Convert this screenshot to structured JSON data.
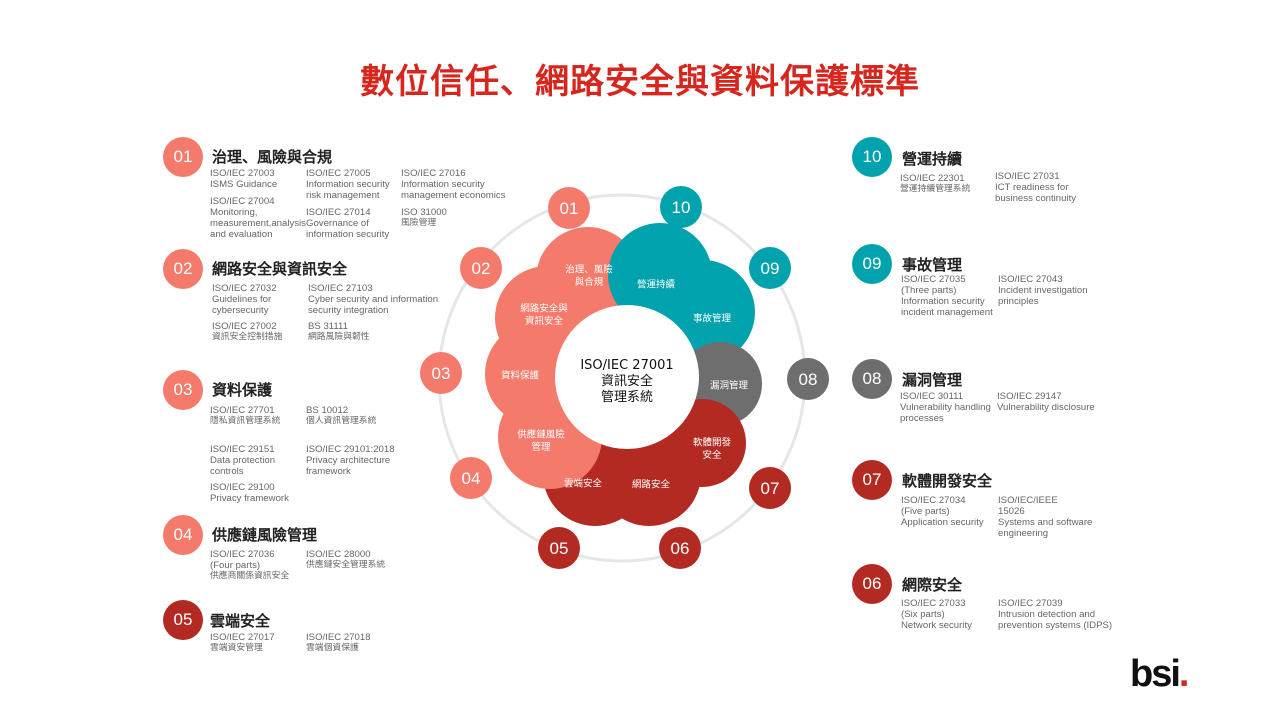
{
  "title": "數位信任、網路安全與資料保護標準",
  "colors": {
    "salmon": "#f47a6b",
    "red": "#b22a22",
    "teal": "#00a3ad",
    "gray": "#6e6e6e",
    "ring": "#e6e6e6"
  },
  "center": {
    "lines": [
      "ISO/IEC 27001",
      "資訊安全",
      "管理系統"
    ]
  },
  "logo": "bsi",
  "categories": [
    {
      "num": "01",
      "title": "治理、風險與合規",
      "color": "salmon",
      "petal_lines": [
        "治理、風險",
        "與合規"
      ],
      "standards": [
        {
          "lines": [
            "ISO/IEC 27003",
            "ISMS Guidance"
          ]
        },
        {
          "lines": [
            "ISO/IEC 27004",
            "Monitoring,",
            "measurement,analysis",
            "and evaluation"
          ]
        },
        {
          "lines": [
            "ISO/IEC 27005",
            "Information security",
            "risk management"
          ]
        },
        {
          "lines": [
            "ISO/IEC 27014",
            "Governance of",
            "information security"
          ]
        },
        {
          "lines": [
            "ISO/IEC 27016",
            "Information security",
            "management economics"
          ]
        },
        {
          "lines": [
            "ISO 31000",
            "風險管理"
          ]
        }
      ]
    },
    {
      "num": "02",
      "title": "網路安全與資訊安全",
      "color": "salmon",
      "petal_lines": [
        "網路安全與",
        "資訊安全"
      ],
      "standards": [
        {
          "lines": [
            "ISO/IEC 27032",
            "Guidelines for",
            "cybersecurity"
          ]
        },
        {
          "lines": [
            "ISO/IEC 27002",
            "資訊安全控制措施"
          ]
        },
        {
          "lines": [
            "ISO/IEC 27103",
            "Cyber security and information",
            "security integration"
          ]
        },
        {
          "lines": [
            "BS 31111",
            "網路風險與韌性"
          ]
        }
      ]
    },
    {
      "num": "03",
      "title": "資料保護",
      "color": "salmon",
      "petal_lines": [
        "資料保護"
      ],
      "standards": [
        {
          "lines": [
            "ISO/IEC 27701",
            "隱私資訊管理系統"
          ]
        },
        {
          "lines": [
            "BS 10012",
            "個人資訊管理系統"
          ]
        },
        {
          "lines": [
            "ISO/IEC 29151",
            "Data protection",
            "controls"
          ]
        },
        {
          "lines": [
            "ISO/IEC 29101:2018",
            "Privacy architecture",
            "framework"
          ]
        },
        {
          "lines": [
            "ISO/IEC 29100",
            "Privacy framework"
          ]
        }
      ]
    },
    {
      "num": "04",
      "title": "供應鏈風險管理",
      "color": "salmon",
      "petal_lines": [
        "供應鏈風險",
        "管理"
      ],
      "standards": [
        {
          "lines": [
            "ISO/IEC 27036",
            "(Four parts)",
            "供應商關係資訊安全"
          ]
        },
        {
          "lines": [
            "ISO/IEC 28000",
            "供應鏈安全管理系統"
          ]
        }
      ]
    },
    {
      "num": "05",
      "title": "雲端安全",
      "color": "red",
      "petal_lines": [
        "雲端安全"
      ],
      "standards": [
        {
          "lines": [
            "ISO/IEC 27017",
            "雲端資安管理"
          ]
        },
        {
          "lines": [
            "ISO/IEC 27018",
            "雲端個資保護"
          ]
        }
      ]
    },
    {
      "num": "06",
      "title": "網際安全",
      "color": "red",
      "petal_lines": [
        "網路安全"
      ],
      "standards": [
        {
          "lines": [
            "ISO/IEC 27033",
            "(Six parts)",
            "Network security"
          ]
        },
        {
          "lines": [
            "ISO/IEC 27039",
            "Intrusion detection and",
            "prevention systems (IDPS)"
          ]
        }
      ]
    },
    {
      "num": "07",
      "title": "軟體開發安全",
      "color": "red",
      "petal_lines": [
        "軟體開發",
        "安全"
      ],
      "standards": [
        {
          "lines": [
            "ISO/IEC 27034",
            "(Five parts)",
            "Application security"
          ]
        },
        {
          "lines": [
            "ISO/IEC/IEEE",
            "15026",
            "Systems and software",
            "engineering"
          ]
        }
      ]
    },
    {
      "num": "08",
      "title": "漏洞管理",
      "color": "gray",
      "petal_lines": [
        "漏洞管理"
      ],
      "standards": [
        {
          "lines": [
            "ISO/IEC 30111",
            "Vulnerability handling",
            "processes"
          ]
        },
        {
          "lines": [
            "ISO/IEC 29147",
            "Vulnerability disclosure"
          ]
        }
      ]
    },
    {
      "num": "09",
      "title": "事故管理",
      "color": "teal",
      "petal_lines": [
        "事故管理"
      ],
      "standards": [
        {
          "lines": [
            "ISO/IEC 27035",
            "(Three parts)",
            "Information security",
            "incident management"
          ]
        },
        {
          "lines": [
            "ISO/IEC 27043",
            "Incident investigation",
            "principles"
          ]
        }
      ]
    },
    {
      "num": "10",
      "title": "營運持續",
      "color": "teal",
      "petal_lines": [
        "營運持續"
      ],
      "standards": [
        {
          "lines": [
            "ISO/IEC 22301",
            "營運持續管理系統"
          ]
        },
        {
          "lines": [
            "ISO/IEC 27031",
            "ICT readiness for",
            "business continuity"
          ]
        }
      ]
    }
  ]
}
